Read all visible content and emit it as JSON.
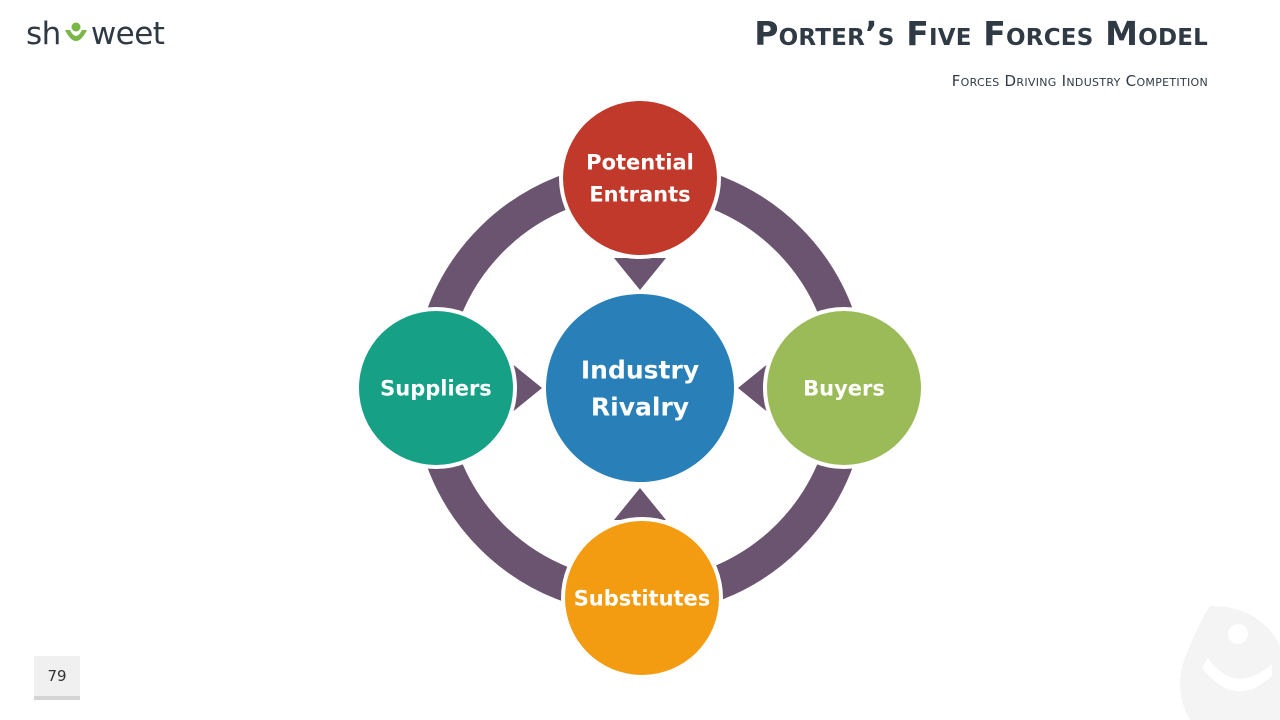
{
  "brand": {
    "logo_prefix": "sh",
    "logo_suffix": "weet",
    "logo_icon": "showeet-logo-mark-icon"
  },
  "header": {
    "title": "Porter’s Five Forces Model",
    "subtitle": "Forces Driving Industry Competition"
  },
  "diagram": {
    "center": {
      "lines": [
        "Industry",
        "Rivalry"
      ],
      "color": "#2980b9"
    },
    "nodes": {
      "top": {
        "lines": [
          "Potential",
          "Entrants"
        ],
        "color": "#c0392b"
      },
      "left": {
        "lines": [
          "Suppliers"
        ],
        "color": "#16a085"
      },
      "right": {
        "lines": [
          "Buyers"
        ],
        "color": "#9bbb59"
      },
      "bottom": {
        "lines": [
          "Substitutes"
        ],
        "color": "#f39c12"
      }
    },
    "ring_color": "#6b5470",
    "arrow_color": "#6b5470",
    "arrow_icon": "inward-arrow-icon"
  },
  "footer": {
    "page_number": "79"
  }
}
